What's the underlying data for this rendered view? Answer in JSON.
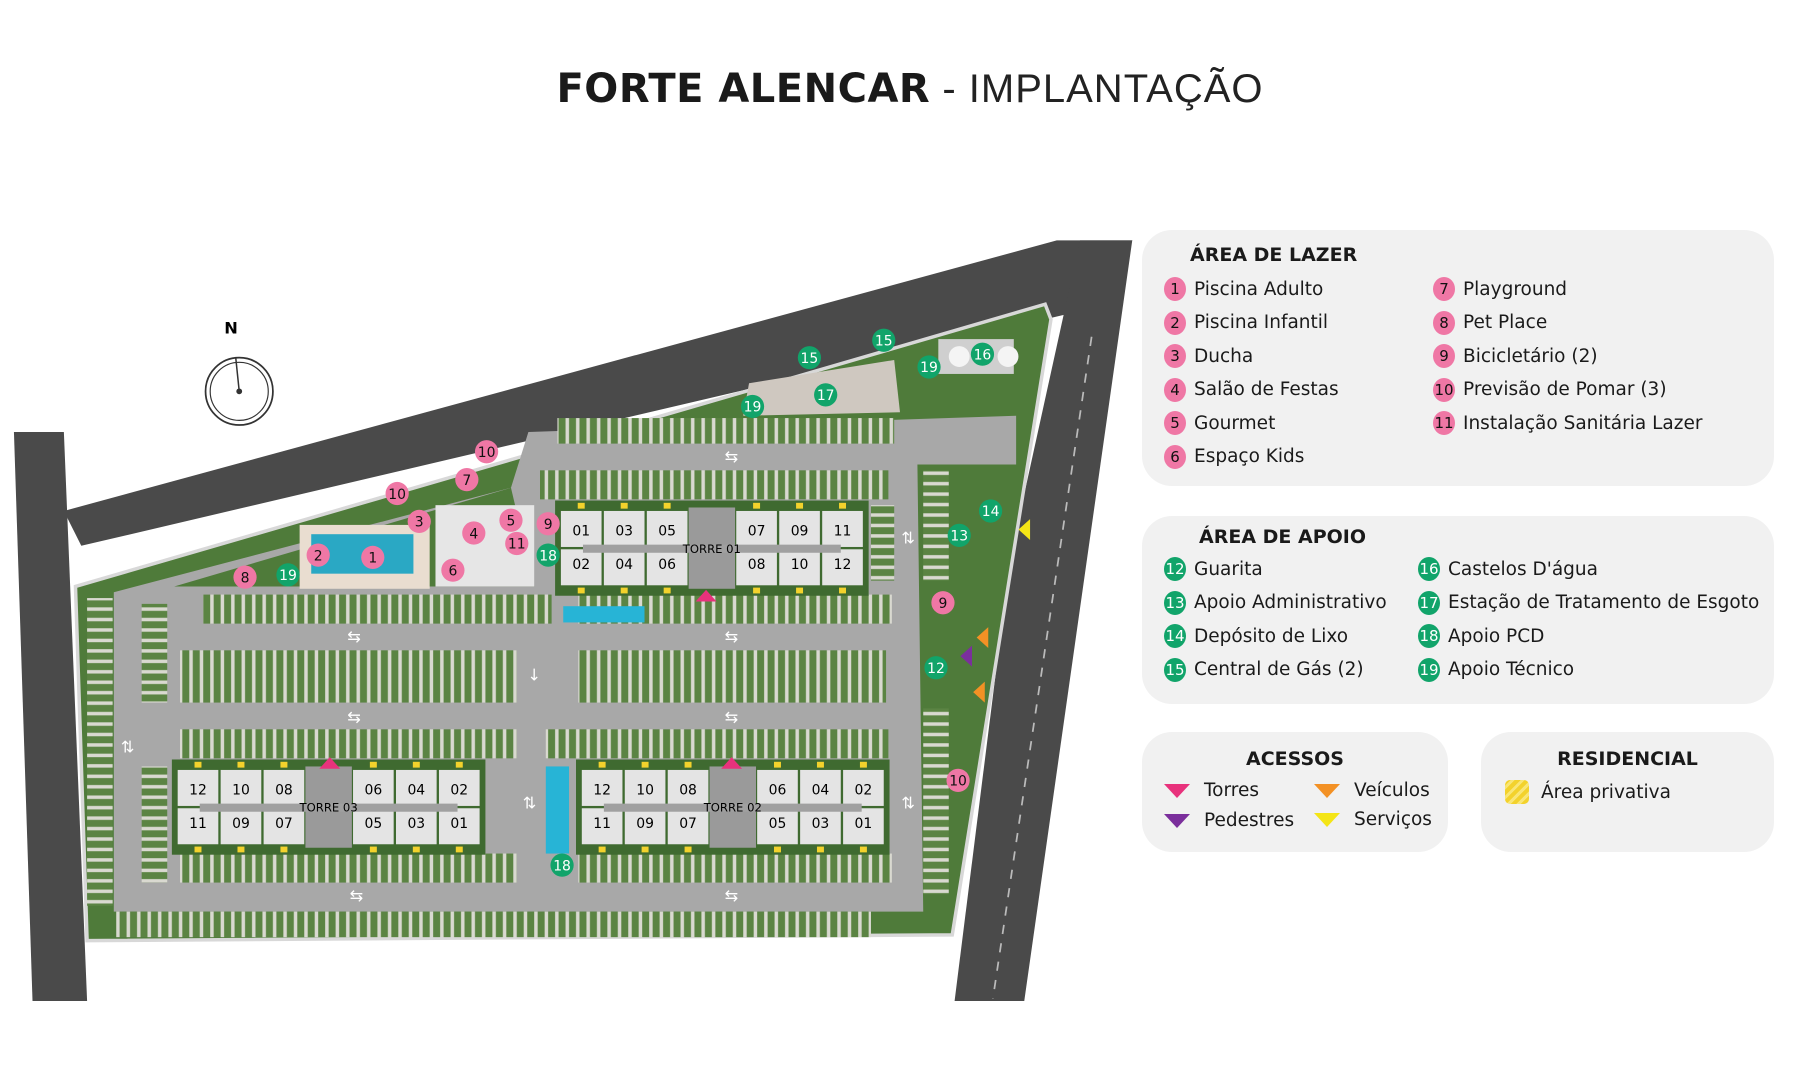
{
  "title": {
    "bold": "FORTE ALENCAR",
    "light": " - IMPLANTAÇÃO"
  },
  "compass": {
    "label": "N"
  },
  "colors": {
    "lazer": "#ef77a5",
    "apoio": "#11a46a",
    "torres": "#e8327c",
    "pedestres": "#7b2f9c",
    "veiculos": "#f39125",
    "servicos": "#f4e516",
    "privativa": "#f3d22c",
    "grass": "#4f7b3a",
    "paving": "#a8a8a8",
    "road": "#4a4a4a",
    "pool": "#2aa8c4"
  },
  "legend": {
    "lazer": {
      "heading": "ÁREA DE LAZER",
      "items": [
        {
          "n": "1",
          "label": "Piscina Adulto"
        },
        {
          "n": "2",
          "label": "Piscina Infantil"
        },
        {
          "n": "3",
          "label": "Ducha"
        },
        {
          "n": "4",
          "label": "Salão de Festas"
        },
        {
          "n": "5",
          "label": "Gourmet"
        },
        {
          "n": "6",
          "label": "Espaço Kids"
        },
        {
          "n": "7",
          "label": "Playground"
        },
        {
          "n": "8",
          "label": "Pet Place"
        },
        {
          "n": "9",
          "label": "Bicicletário (2)"
        },
        {
          "n": "10",
          "label": "Previsão de Pomar (3)"
        },
        {
          "n": "11",
          "label": "Instalação Sanitária Lazer"
        }
      ]
    },
    "apoio": {
      "heading": "ÁREA DE APOIO",
      "items": [
        {
          "n": "12",
          "label": "Guarita"
        },
        {
          "n": "13",
          "label": "Apoio Administrativo"
        },
        {
          "n": "14",
          "label": "Depósito de Lixo"
        },
        {
          "n": "15",
          "label": "Central de Gás (2)"
        },
        {
          "n": "16",
          "label": "Castelos D'água"
        },
        {
          "n": "17",
          "label": "Estação de Tratamento de Esgoto"
        },
        {
          "n": "18",
          "label": "Apoio PCD"
        },
        {
          "n": "19",
          "label": "Apoio Técnico"
        }
      ]
    },
    "acessos": {
      "heading": "ACESSOS",
      "items": [
        {
          "label": "Torres",
          "color": "#e8327c"
        },
        {
          "label": "Pedestres",
          "color": "#7b2f9c"
        },
        {
          "label": "Veículos",
          "color": "#f39125"
        },
        {
          "label": "Serviços",
          "color": "#f4e516"
        }
      ]
    },
    "residencial": {
      "heading": "RESIDENCIAL",
      "items": [
        {
          "label": "Área privativa"
        }
      ]
    }
  },
  "map": {
    "markers": [
      {
        "n": "1",
        "type": "lazer"
      },
      {
        "n": "2",
        "type": "lazer"
      },
      {
        "n": "3",
        "type": "lazer"
      },
      {
        "n": "4",
        "type": "lazer"
      },
      {
        "n": "5",
        "type": "lazer"
      },
      {
        "n": "6",
        "type": "lazer"
      },
      {
        "n": "7",
        "type": "lazer"
      },
      {
        "n": "8",
        "type": "lazer"
      },
      {
        "n": "9",
        "type": "lazer"
      },
      {
        "n": "9",
        "type": "lazer"
      },
      {
        "n": "10",
        "type": "lazer"
      },
      {
        "n": "10",
        "type": "lazer"
      },
      {
        "n": "10",
        "type": "lazer"
      },
      {
        "n": "11",
        "type": "lazer"
      },
      {
        "n": "12",
        "type": "apoio"
      },
      {
        "n": "13",
        "type": "apoio"
      },
      {
        "n": "14",
        "type": "apoio"
      },
      {
        "n": "15",
        "type": "apoio"
      },
      {
        "n": "15",
        "type": "apoio"
      },
      {
        "n": "16",
        "type": "apoio"
      },
      {
        "n": "17",
        "type": "apoio"
      },
      {
        "n": "18",
        "type": "apoio"
      },
      {
        "n": "18",
        "type": "apoio"
      },
      {
        "n": "19",
        "type": "apoio"
      },
      {
        "n": "19",
        "type": "apoio"
      },
      {
        "n": "19",
        "type": "apoio"
      }
    ],
    "accesses": [
      "torres",
      "torres",
      "torres",
      "pedestres",
      "veiculos",
      "veiculos",
      "servicos"
    ],
    "towers": [
      {
        "label": "TORRE 01",
        "top": [
          "01",
          "03",
          "05",
          "07",
          "09",
          "11"
        ],
        "bottom": [
          "02",
          "04",
          "06",
          "08",
          "10",
          "12"
        ]
      },
      {
        "label": "TORRE 02",
        "top": [
          "12",
          "10",
          "08",
          "06",
          "04",
          "02"
        ],
        "bottom": [
          "11",
          "09",
          "07",
          "05",
          "03",
          "01"
        ]
      },
      {
        "label": "TORRE 03",
        "top": [
          "12",
          "10",
          "08",
          "06",
          "04",
          "02"
        ],
        "bottom": [
          "11",
          "09",
          "07",
          "05",
          "03",
          "01"
        ]
      }
    ]
  }
}
